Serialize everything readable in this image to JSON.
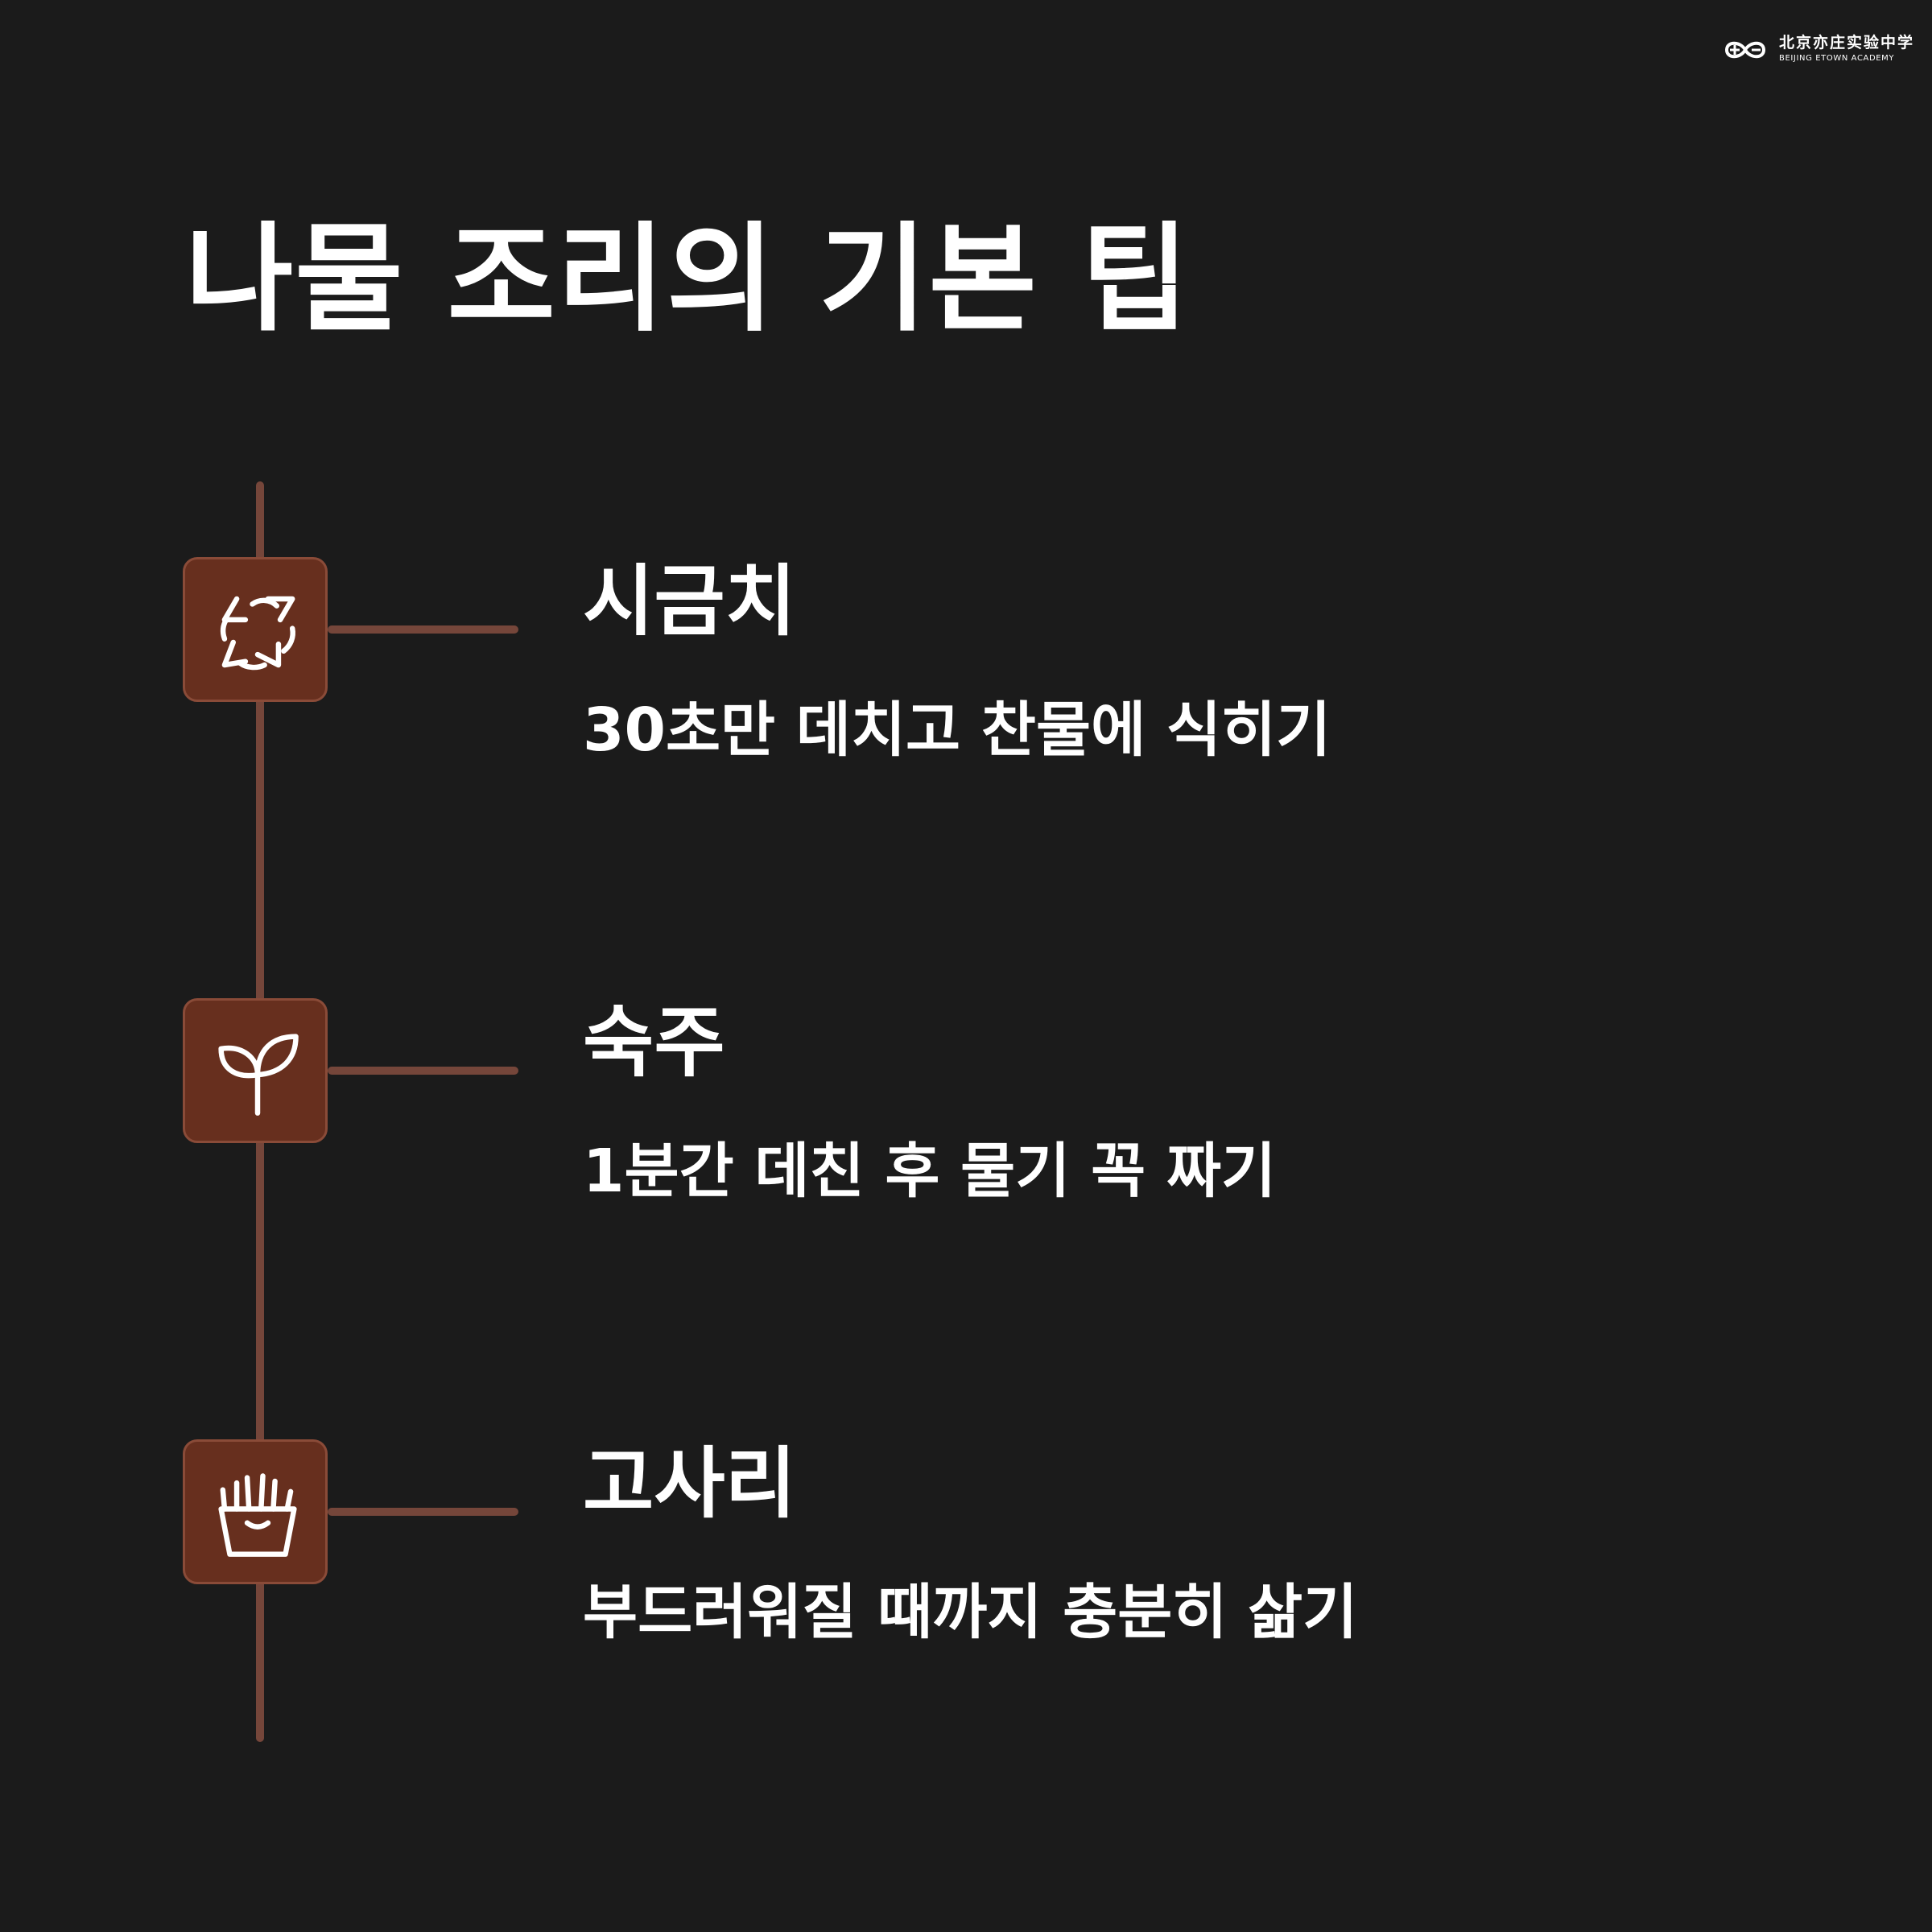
{
  "logo": {
    "name_cn": "北京亦庄实验中学",
    "name_en": "BEIJING ETOWN ACADEMY",
    "icon": "infinity-plus-minus-logo"
  },
  "title": "나물 조리의 기본 팁",
  "colors": {
    "background": "#1b1b1b",
    "timeline": "#75463a",
    "icon_box": "#672f1e",
    "text": "#ffffff"
  },
  "steps": [
    {
      "name": "시금치",
      "desc": "30초만 데치고 찬물에 식히기",
      "icon": "recycle-arrows-icon"
    },
    {
      "name": "숙주",
      "desc": "1분간 데친 후 물기 꼭 짜기",
      "icon": "sprout-icon"
    },
    {
      "name": "고사리",
      "desc": "부드러워질 때까지 충분히 삶기",
      "icon": "fries-icon"
    }
  ]
}
